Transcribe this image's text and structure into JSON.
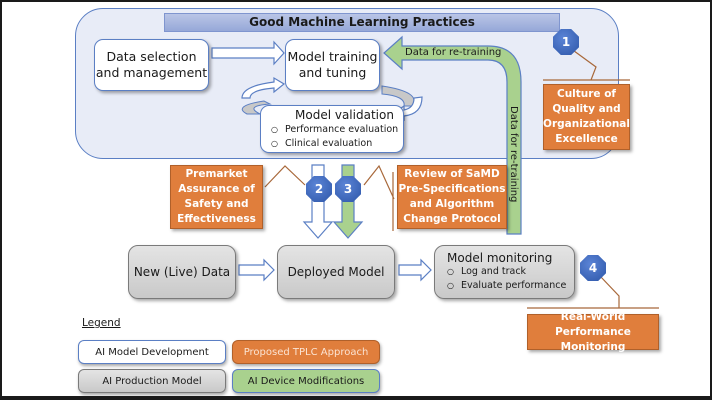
{
  "diagram": {
    "title": "Good Machine Learning Practices",
    "gmlp_boxes": {
      "data_selection": "Data selection and management",
      "model_training": "Model training and tuning",
      "model_validation": {
        "title": "Model validation",
        "items": [
          "Performance evaluation",
          "Clinical evaluation"
        ]
      }
    },
    "retraining_labels": {
      "horizontal": "Data for re-training",
      "vertical": "Data for re-training"
    },
    "production_boxes": {
      "new_data": "New (Live) Data",
      "deployed_model": "Deployed Model",
      "model_monitoring": {
        "title": "Model monitoring",
        "items": [
          "Log and track",
          "Evaluate performance"
        ]
      }
    },
    "tplc_boxes": {
      "culture": "Culture of Quality and Organizational Excellence",
      "premarket": "Premarket Assurance of Safety and Effectiveness",
      "review": "Review of SaMD Pre-Specifications and Algorithm Change Protocol",
      "real_world": "Real-World Performance Monitoring"
    },
    "badges": [
      "1",
      "2",
      "3",
      "4"
    ],
    "colors": {
      "gmlp_fill": "#e8ecf7",
      "gmlp_border": "#5b7fc4",
      "tplc_orange": "#e07e3c",
      "modification_green": "#a9d18e",
      "production_gray": "#d4d4d4",
      "badge_blue": "#3a64b8",
      "callout_line": "#a8683a"
    }
  },
  "legend": {
    "title": "Legend",
    "items": [
      {
        "label": "AI Model Development"
      },
      {
        "label": "Proposed TPLC Approach"
      },
      {
        "label": "AI Production Model"
      },
      {
        "label": "AI Device Modifications"
      }
    ]
  }
}
